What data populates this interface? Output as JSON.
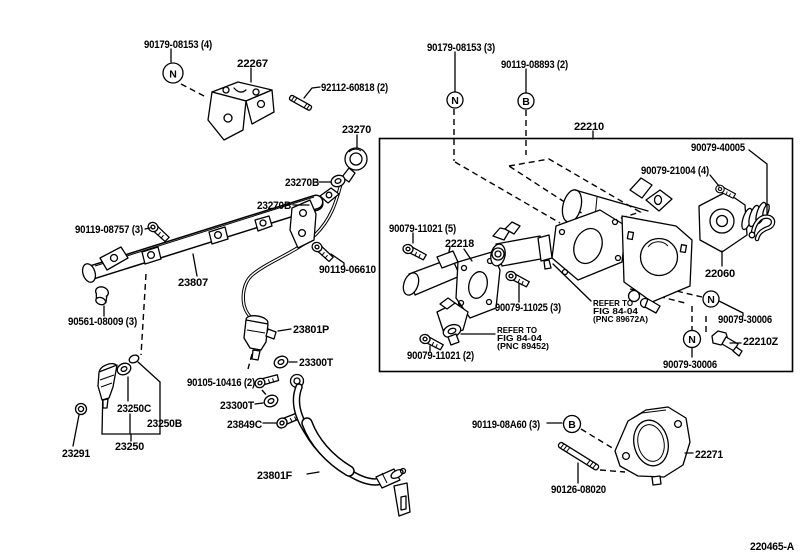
{
  "figure": {
    "code": "220465-A"
  },
  "callouts": {
    "n": "N",
    "b": "B"
  },
  "labels": {
    "nut_90179_08153_4": "90179-08153 (4)",
    "bracket_22267": "22267",
    "stud_92112_60818": "92112-60818 (2)",
    "regulator_23270": "23270",
    "gasket_23270b_1": "23270B",
    "gasket_23270b_2": "23270B",
    "bolt_90119_08757": "90119-08757 (3)",
    "pipe_23807": "23807",
    "bolt_90119_06610": "90119-06610",
    "grommet_90561_08009": "90561-08009 (3)",
    "pipe_23801p": "23801P",
    "gasket_23300t_1": "23300T",
    "bolt_90105_10416": "90105-10416 (2)",
    "gasket_23300t_2": "23300T",
    "bolt_23849c": "23849C",
    "grommet_23250c": "23250C",
    "oring_23250b": "23250B",
    "injector_23250": "23250",
    "oring_23291": "23291",
    "hose_23801f": "23801F",
    "nut_90179_08153_3": "90179-08153 (3)",
    "bolt_90119_08893": "90119-08893 (2)",
    "body_22210": "22210",
    "clip_90079_40005": "90079-40005",
    "bolt_90079_21004": "90079-21004 (4)",
    "bolt_90079_11021_5": "90079-11021 (5)",
    "valve_22218": "22218",
    "bolt_90079_11025": "90079-11025 (3)",
    "sensor_22060": "22060",
    "gasket_90079_30006_a": "90079-30006",
    "gasket_90079_30006_b": "90079-30006",
    "sensor_22210z": "22210Z",
    "bolt_90079_11021_2": "90079-11021 (2)",
    "bolt_90119_08a60": "90119-08A60 (3)",
    "stud_90126_08020": "90126-08020",
    "spacer_22271": "22271"
  },
  "notes": {
    "pnc_89672a": {
      "line1": "REFER TO",
      "line2": "FIG 84-04",
      "line3": "(PNC 89672A)"
    },
    "pnc_89452": {
      "line1": "REFER TO",
      "line2": "FIG 84-04",
      "line3": "(PNC 89452)"
    }
  },
  "colors": {
    "line": "#000000",
    "background": "#ffffff"
  }
}
